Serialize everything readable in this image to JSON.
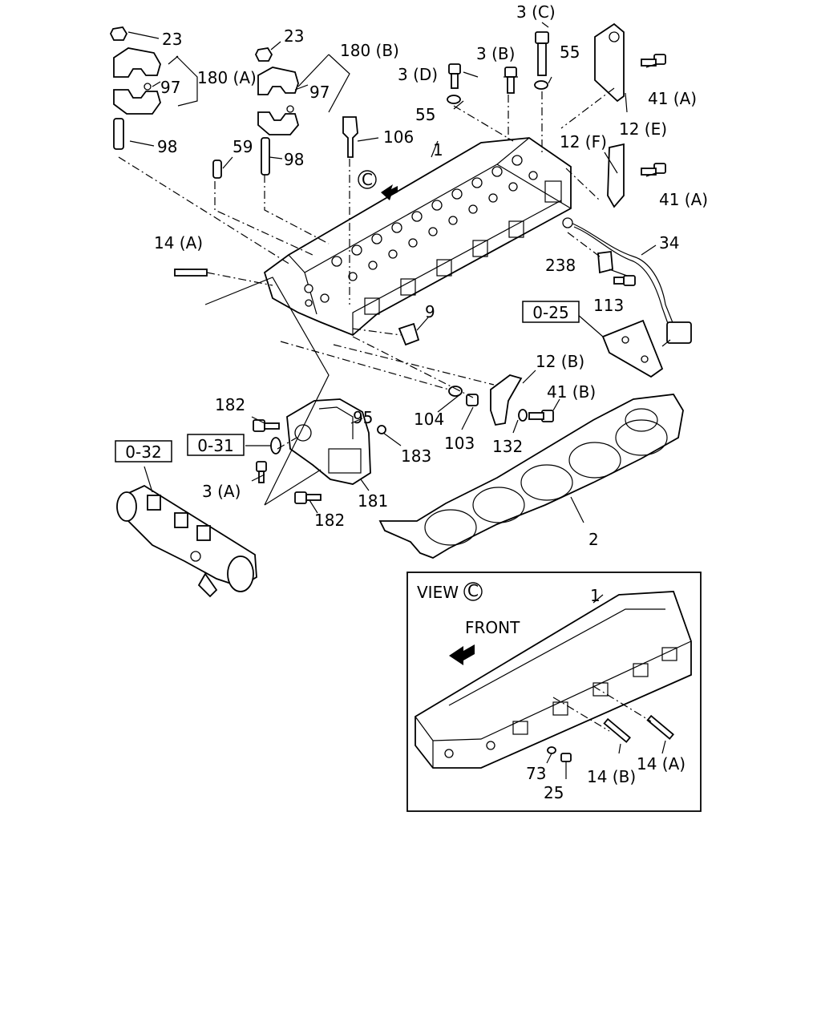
{
  "callouts": {
    "c23a": "23",
    "c180a": "180 (A)",
    "c97a": "97",
    "c98a": "98",
    "c23b": "23",
    "c180b": "180 (B)",
    "c97b": "97",
    "c98b": "98",
    "c59": "59",
    "c106": "106",
    "c1": "1",
    "c3c": "3 (C)",
    "c3b": "3 (B)",
    "c3d": "3 (D)",
    "c55a": "55",
    "c55b": "55",
    "c41a1": "41 (A)",
    "c12e": "12 (E)",
    "c12f": "12 (F)",
    "c41a2": "41 (A)",
    "c34": "34",
    "c238": "238",
    "c113": "113",
    "c14a": "14 (A)",
    "c9": "9",
    "c12b": "12 (B)",
    "c41b": "41 (B)",
    "c104": "104",
    "c103": "103",
    "c132": "132",
    "c182a": "182",
    "c95": "95",
    "c183": "183",
    "c3a": "3 (A)",
    "c181": "181",
    "c182b": "182",
    "c2": "2"
  },
  "refs": {
    "r025": "0-25",
    "r031": "0-31",
    "r032": "0-32"
  },
  "view_marker": "C",
  "inset": {
    "title": "VIEW",
    "marker": "C",
    "front": "FRONT",
    "c1": "1",
    "c73": "73",
    "c25": "25",
    "c14b": "14 (B)",
    "c14a": "14 (A)"
  }
}
